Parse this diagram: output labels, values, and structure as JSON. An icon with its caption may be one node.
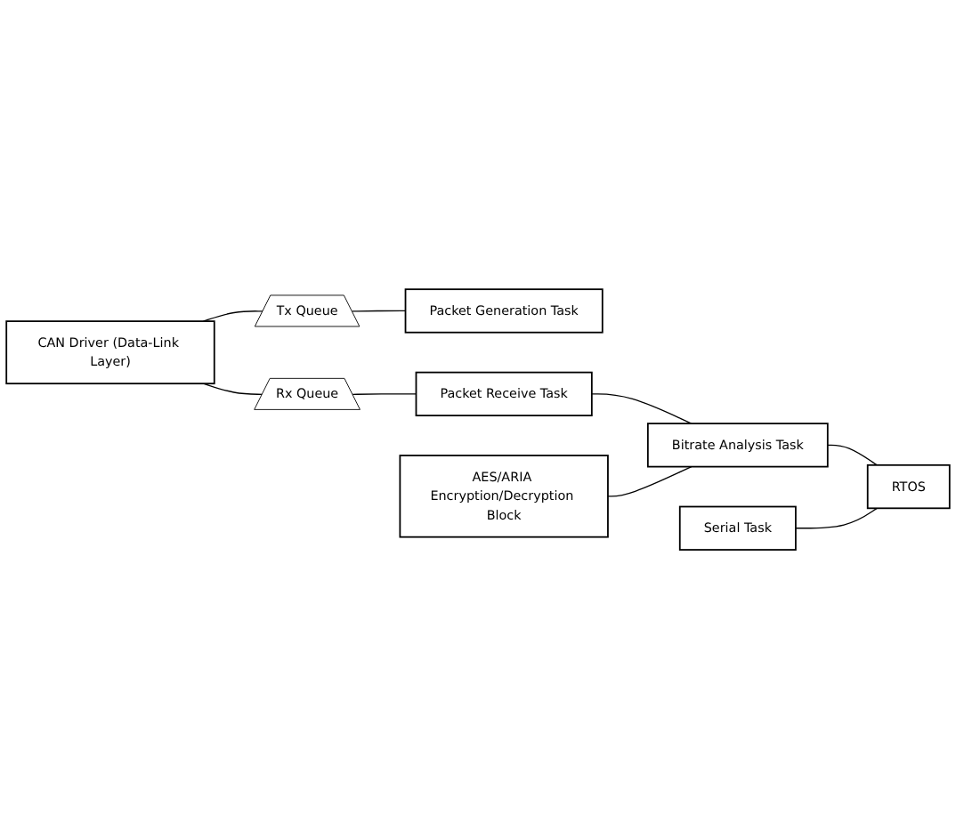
{
  "diagram": {
    "nodes": [
      {
        "text": [
          "CAN Driver (Data-Link Layer)"
        ]
      },
      {
        "text": [
          "Tx Queue"
        ]
      },
      {
        "text": [
          "Packet Generation Task"
        ]
      },
      {
        "text": [
          "Packet Receive Task"
        ]
      },
      {
        "text": [
          "Rx Queue"
        ]
      },
      {
        "text": [
          "AES/ARIA Encryption/Decryption Block"
        ]
      },
      {
        "text": [
          "Bitrate Analysis Task"
        ]
      },
      {
        "text": [
          "Serial Task"
        ]
      },
      {
        "text": [
          "RTOS"
        ]
      }
    ],
    "edges": [
      {
        "from": 0,
        "to": 1,
        "arrow": "none"
      },
      {
        "from": 1,
        "to": 2,
        "arrow": "none"
      },
      {
        "from": 0,
        "to": 4,
        "arrow": "none"
      },
      {
        "from": 4,
        "to": 3,
        "arrow": "none"
      },
      {
        "from": 3,
        "to": 6,
        "arrow": "none"
      },
      {
        "from": 5,
        "to": 6,
        "arrow": "none"
      },
      {
        "from": 6,
        "to": 8,
        "arrow": "none"
      },
      {
        "from": 7,
        "to": 8,
        "arrow": "none"
      }
    ]
  }
}
